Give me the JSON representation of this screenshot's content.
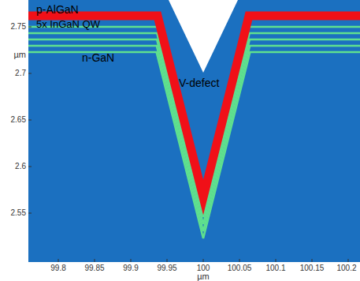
{
  "diagram": {
    "labels": [
      "p-AlGaN",
      "5x InGaN QW",
      "n-GaN",
      "V-defect",
      "2.75",
      "2.7",
      "2.65",
      "2.6",
      "2.55",
      "µm",
      "99.8",
      "99.85",
      "99.9",
      "99.95",
      "100",
      "100.05",
      "100.1",
      "100.15",
      "100.2",
      "µm"
    ]
  }
}
